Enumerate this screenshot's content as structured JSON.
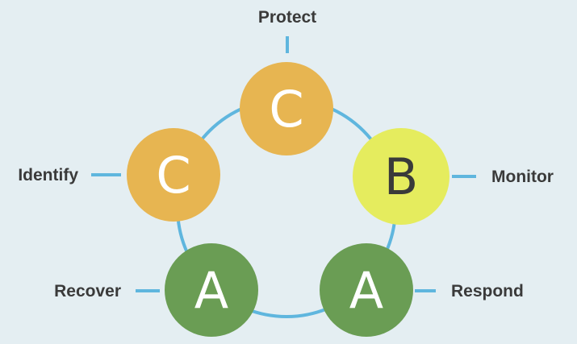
{
  "diagram": {
    "colors": {
      "ring": "#5fb6de",
      "connector": "#5fb6de",
      "label": "#3a3a3a"
    },
    "nodes": [
      {
        "id": "protect",
        "letter": "C",
        "label": "Protect",
        "fill": "#e7b551",
        "letter_color": "#ffffff"
      },
      {
        "id": "monitor",
        "letter": "B",
        "label": "Monitor",
        "fill": "#e5ec5e",
        "letter_color": "#3a3a3a"
      },
      {
        "id": "respond",
        "letter": "A",
        "label": "Respond",
        "fill": "#6a9d54",
        "letter_color": "#ffffff"
      },
      {
        "id": "recover",
        "letter": "A",
        "label": "Recover",
        "fill": "#6a9d54",
        "letter_color": "#ffffff"
      },
      {
        "id": "identify",
        "letter": "C",
        "label": "Identify",
        "fill": "#e7b551",
        "letter_color": "#ffffff"
      }
    ]
  }
}
